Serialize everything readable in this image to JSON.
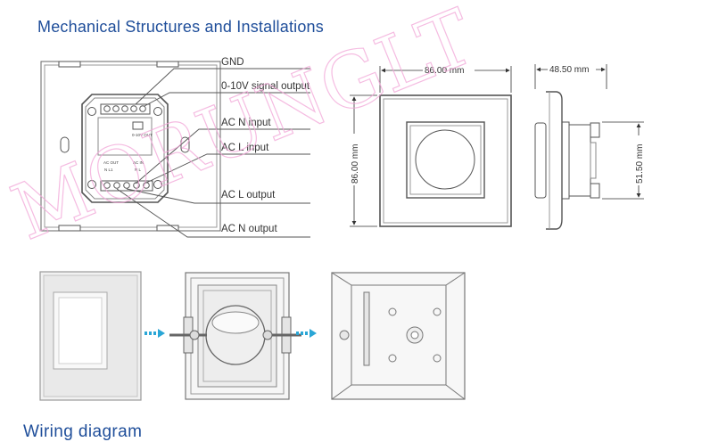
{
  "section_title": "Mechanical Structures and Installations",
  "footer_title": "Wiring diagram",
  "watermark": "MORUNGLT",
  "labels": {
    "gnd": "GND",
    "signal": "0-10V signal output",
    "ac_n_in": "AC N input",
    "ac_l_in": "AC L input",
    "ac_l_out": "AC L output",
    "ac_n_out": "AC N output"
  },
  "module_text": {
    "top_terminal": "0-10V OUT",
    "ac_out": "AC OUT",
    "ac_in": "AC IN",
    "out_pins": "N   L1",
    "in_pins": "N   L"
  },
  "dimensions": {
    "front_width": "86.00 mm",
    "front_height": "86.00 mm",
    "depth": "48.50 mm",
    "back_height": "51.50 mm"
  },
  "colors": {
    "title": "#1f4e9a",
    "line": "#555555",
    "dim_line": "#333333",
    "watermark": "#f2a6d8",
    "arrow": "#2aa6d6"
  }
}
